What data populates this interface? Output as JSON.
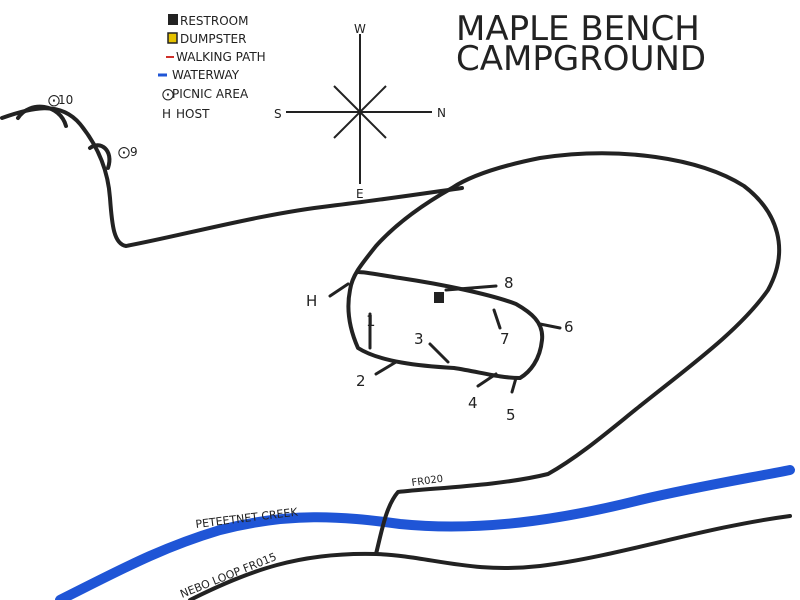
{
  "title": {
    "line1": "MAPLE BENCH",
    "line2": "CAMPGROUND"
  },
  "legend": {
    "items": [
      {
        "label": "RESTROOM",
        "icon": "restroom-icon",
        "color": "#222222"
      },
      {
        "label": "DUMPSTER",
        "icon": "dumpster-icon",
        "color": "#e6c200"
      },
      {
        "label": "WALKING PATH",
        "icon": "walking-path-icon",
        "color": "#d0302a"
      },
      {
        "label": "WATERWAY",
        "icon": "waterway-icon",
        "color": "#1f55d6"
      },
      {
        "label": "PICNIC AREA",
        "icon": "picnic-icon",
        "symbol": "⨀"
      },
      {
        "label": "HOST",
        "icon": "host-icon",
        "symbol": "H"
      }
    ]
  },
  "compass": {
    "top": "W",
    "bottom": "E",
    "left": "S",
    "right": "N"
  },
  "picnic_areas": [
    {
      "label": "10"
    },
    {
      "label": "9"
    }
  ],
  "campsites": [
    "1",
    "2",
    "3",
    "4",
    "5",
    "6",
    "7",
    "8"
  ],
  "host_label": "H",
  "road_labels": {
    "fr020": "FR020",
    "nebo_loop": "NEBO LOOP  FR015"
  },
  "creek_label": "PETEETNET CREEK",
  "colors": {
    "ink": "#222222",
    "waterway": "#1f55d6",
    "dumpster": "#e6c200",
    "walking_path": "#d0302a"
  }
}
